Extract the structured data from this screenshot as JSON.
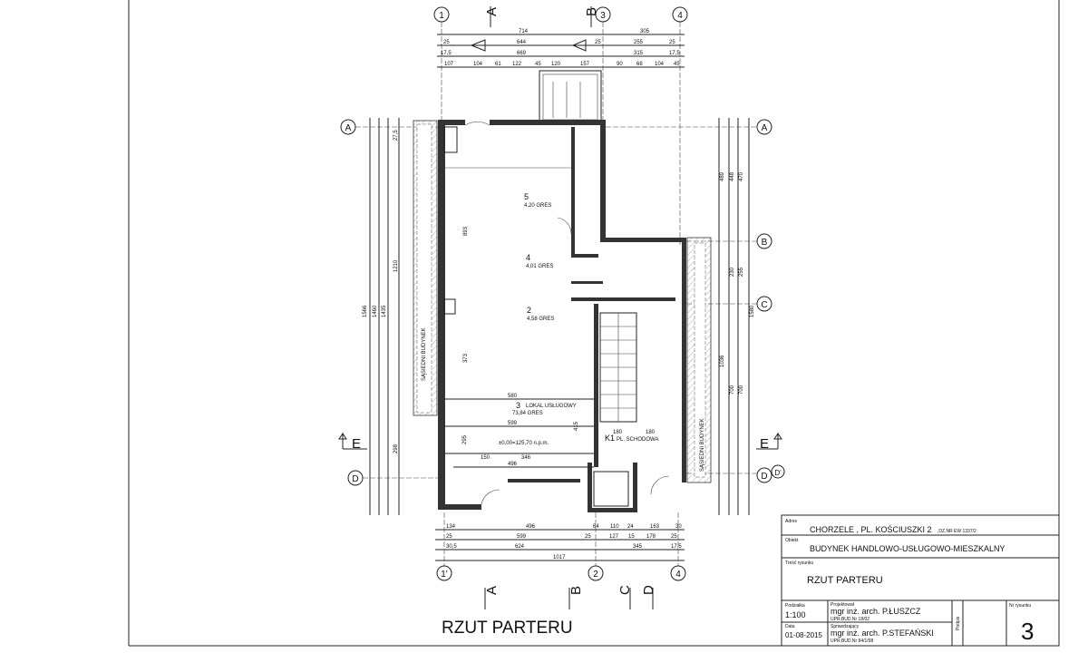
{
  "drawing": {
    "title": "RZUT PARTERU",
    "grid_top": [
      "1",
      "3",
      "4"
    ],
    "grid_bottom": [
      "1'",
      "2",
      "4"
    ],
    "grid_left": [
      "A",
      "D"
    ],
    "grid_right": [
      "A",
      "B",
      "C",
      "D",
      "D'"
    ],
    "sections_top": [
      "A",
      "B"
    ],
    "sections_bottom": [
      "A",
      "B",
      "C",
      "D"
    ],
    "section_side": "E",
    "dims_top": {
      "row1": [
        "714",
        "305"
      ],
      "row2": [
        "25",
        "644",
        "25",
        "255",
        "25"
      ],
      "row3": [
        "17,5",
        "669",
        "315",
        "17,5"
      ],
      "row4": [
        "107",
        "104",
        "61",
        "122",
        "45",
        "120",
        "157",
        "90",
        "68",
        "104",
        "45"
      ]
    },
    "dims_bottom": {
      "row1": [
        "134",
        "496",
        "64",
        "110",
        "24",
        "163",
        "30"
      ],
      "row2": [
        "25",
        "599",
        "25",
        "127",
        "15",
        "178",
        "25"
      ],
      "row3": [
        "30,5",
        "624",
        "345",
        "17,5"
      ],
      "row4": [
        "1017"
      ]
    },
    "dims_left": [
      "1566",
      "1460",
      "1435",
      "1210",
      "298",
      "27,5"
    ],
    "dims_right": [
      "489",
      "448",
      "470",
      "230",
      "255",
      "1036",
      "700",
      "1580"
    ],
    "rooms": [
      {
        "num": "5",
        "area": "4,20 GRES"
      },
      {
        "num": "4",
        "area": "4,01 GRES"
      },
      {
        "num": "2",
        "area": "4,58 GRES"
      },
      {
        "num": "3",
        "name": "LOKAL USŁUGOWY",
        "area": "73,84 GRES"
      },
      {
        "num": "K1",
        "name": "PL. SCHODOWA"
      }
    ],
    "room_dims": [
      "580",
      "599",
      "150",
      "346",
      "496",
      "893",
      "373",
      "180",
      "180",
      "415",
      "295"
    ],
    "level": "±0,00=125,70 n.p.m.",
    "neighbour_left": "SĄSIEDNI BUDYNEK",
    "neighbour_right": "SĄSIEDNI BUDYNEK"
  },
  "title_block": {
    "address_label": "Adres",
    "address": "CHORZELE  , PL. KOŚCIUSZKI 2",
    "address_small": ",DZ.NR EW 1337/2",
    "object_label": "Obiekt",
    "object": "BUDYNEK HANDLOWO-USŁUGOWO-MIESZKALNY",
    "content_label": "Treść rysunku",
    "content": "RZUT PARTERU",
    "scale_label": "Podziałka",
    "scale": "1:100",
    "date_label": "Data",
    "date": "01-08-2015",
    "designer_label": "Projektował",
    "designer": "mgr inż. arch. P.ŁUSZCZ",
    "designer_lic": "UPR.BUD.Nr 18/02",
    "checker_label": "Sprawdzający",
    "checker": "mgr inż. arch. P.STEFAŃSKI",
    "checker_lic": "UPR.BUD.Nr 84/1/98",
    "signature_label": "Podpis",
    "number_label": "Nr rysunku",
    "number": "3"
  }
}
